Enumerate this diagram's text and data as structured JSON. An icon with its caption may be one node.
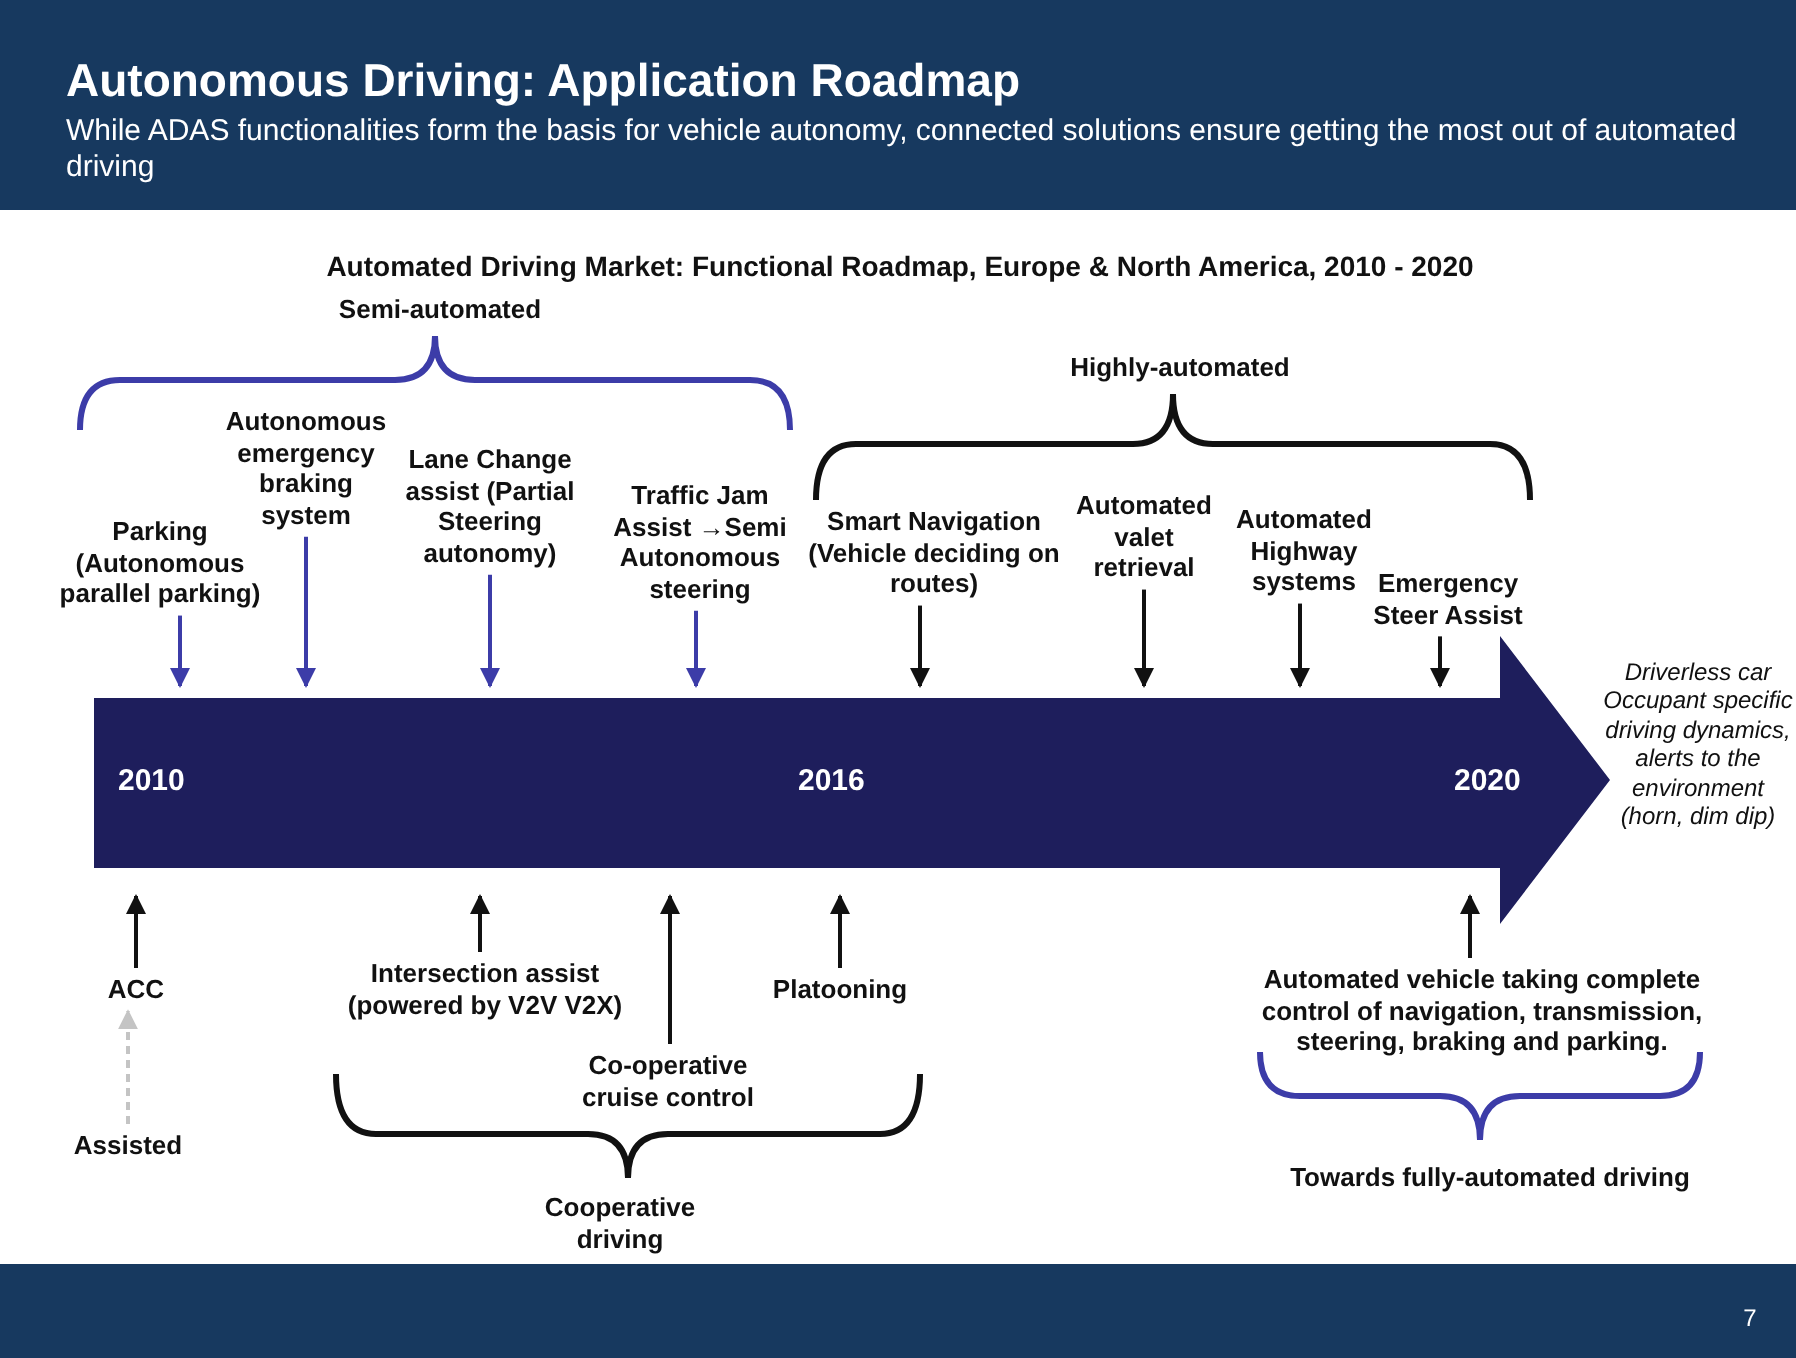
{
  "diagram": {
    "title": "Autonomous Driving: Application Roadmap",
    "nodes": [
      {
        "text": [
          "2010",
          "2016",
          "2020"
        ]
      },
      {
        "text": [
          "Parking (Autonomous parallel parking)"
        ]
      },
      {
        "text": [
          "Autonomous emergency braking system"
        ]
      },
      {
        "text": [
          "Lane Change assist (Partial Steering autonomy)"
        ]
      },
      {
        "text": [
          "Traffic Jam Assist →Semi Autonomous steering"
        ]
      },
      {
        "text": [
          "Smart Navigation (Vehicle deciding on routes)"
        ]
      },
      {
        "text": [
          "Automated valet retrieval"
        ]
      },
      {
        "text": [
          "Automated Highway systems"
        ]
      },
      {
        "text": [
          "Emergency Steer Assist"
        ]
      },
      {
        "text": [
          "ACC"
        ]
      },
      {
        "text": [
          "Assisted"
        ]
      },
      {
        "text": [
          "Intersection assist (powered by V2V V2X)"
        ]
      },
      {
        "text": [
          "Co-operative cruise control"
        ]
      },
      {
        "text": [
          "Platooning"
        ]
      },
      {
        "text": [
          "Automated vehicle taking complete control of navigation, transmission, steering, braking and parking."
        ]
      }
    ],
    "edges": [
      {
        "from": 1,
        "to": 0,
        "arrow": "to",
        "color": "#3c3ca8"
      },
      {
        "from": 2,
        "to": 0,
        "arrow": "to",
        "color": "#3c3ca8"
      },
      {
        "from": 3,
        "to": 0,
        "arrow": "to",
        "color": "#3c3ca8"
      },
      {
        "from": 4,
        "to": 0,
        "arrow": "to",
        "color": "#3c3ca8"
      },
      {
        "from": 5,
        "to": 0,
        "arrow": "to"
      },
      {
        "from": 6,
        "to": 0,
        "arrow": "to"
      },
      {
        "from": 7,
        "to": 0,
        "arrow": "to"
      },
      {
        "from": 8,
        "to": 0,
        "arrow": "to"
      },
      {
        "from": 9,
        "to": 0,
        "arrow": "to"
      },
      {
        "from": 10,
        "to": 9,
        "arrow": "to",
        "style": "dashed",
        "color": "#c4c4c4"
      },
      {
        "from": 11,
        "to": 0,
        "arrow": "to"
      },
      {
        "from": 12,
        "to": 0,
        "arrow": "to"
      },
      {
        "from": 13,
        "to": 0,
        "arrow": "to"
      },
      {
        "from": 14,
        "to": 0,
        "arrow": "to"
      }
    ],
    "labels": [
      "While ADAS functionalities form the basis for vehicle autonomy, connected solutions ensure getting the most out of automated driving",
      "Automated Driving Market: Functional Roadmap, Europe & North America, 2010 - 2020",
      "Semi-automated",
      "Highly-automated",
      "Driverless car Occupant specific driving dynamics, alerts to the environment (horn, dim dip)",
      "Cooperative driving",
      "Towards fully-automated driving",
      "7"
    ]
  }
}
